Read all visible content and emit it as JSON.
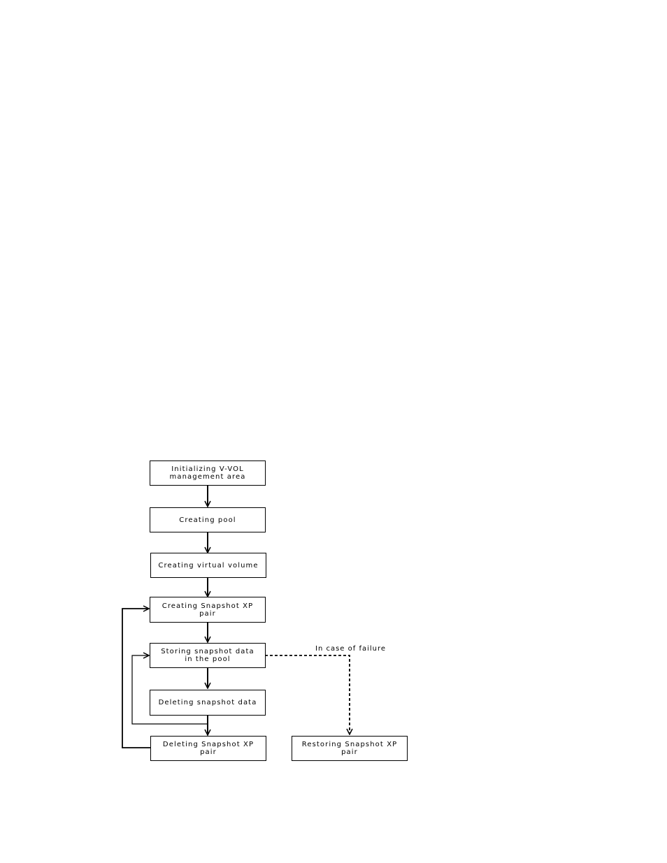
{
  "diagram": {
    "nodes": {
      "init": {
        "label": "Initializing V-VOL management area"
      },
      "pool": {
        "label": "Creating pool"
      },
      "vvol": {
        "label": "Creating virtual volume"
      },
      "pair": {
        "label": "Creating Snapshot XP pair"
      },
      "store": {
        "label": "Storing snapshot data in the pool"
      },
      "delete_data": {
        "label": "Deleting snapshot data"
      },
      "delete_pair": {
        "label": "Deleting Snapshot XP pair"
      },
      "restore": {
        "label": "Restoring Snapshot XP pair"
      }
    },
    "edges": {
      "failure": {
        "label": "In case of failure"
      }
    },
    "colors": {
      "line": "#000000",
      "box_border": "#000000",
      "background": "#ffffff"
    }
  }
}
